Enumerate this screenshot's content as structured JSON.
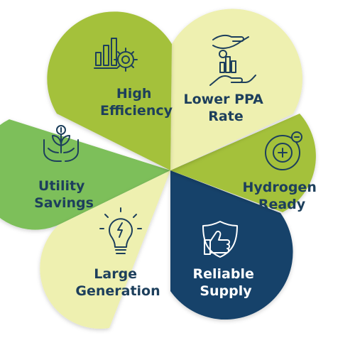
{
  "colors": {
    "olive_green": "#a4c13a",
    "pale_yellow": "#eef0b0",
    "mid_green": "#7dbf5a",
    "navy": "#17436b",
    "dark_teal_text": "#1d3f5c",
    "white": "#ffffff"
  },
  "petals": [
    {
      "id": "high-efficiency",
      "lines": [
        "High",
        "Efficiency"
      ],
      "icon": "bar-chart-gear-icon",
      "fill": "#a4c13a",
      "text": "#1d3f5c"
    },
    {
      "id": "lower-ppa-rate",
      "lines": [
        "Lower PPA",
        "Rate"
      ],
      "icon": "hands-money-chart-icon",
      "fill": "#eef0b0",
      "text": "#1d3f5c"
    },
    {
      "id": "hydrogen-ready",
      "lines": [
        "Hydrogen",
        "Ready"
      ],
      "icon": "atom-plus-minus-icon",
      "fill": "#a4c13a",
      "text": "#1d3f5c"
    },
    {
      "id": "reliable-supply",
      "lines": [
        "Reliable",
        "Supply"
      ],
      "icon": "shield-thumbs-up-icon",
      "fill": "#17436b",
      "text": "#ffffff"
    },
    {
      "id": "large-generation",
      "lines": [
        "Large",
        "Generation"
      ],
      "icon": "lightbulb-bolt-icon",
      "fill": "#eef0b0",
      "text": "#1d3f5c"
    },
    {
      "id": "utility-savings",
      "lines": [
        "Utility",
        "Savings"
      ],
      "icon": "hands-plant-dollar-icon",
      "fill": "#7dbf5a",
      "text": "#1d3f5c"
    }
  ]
}
